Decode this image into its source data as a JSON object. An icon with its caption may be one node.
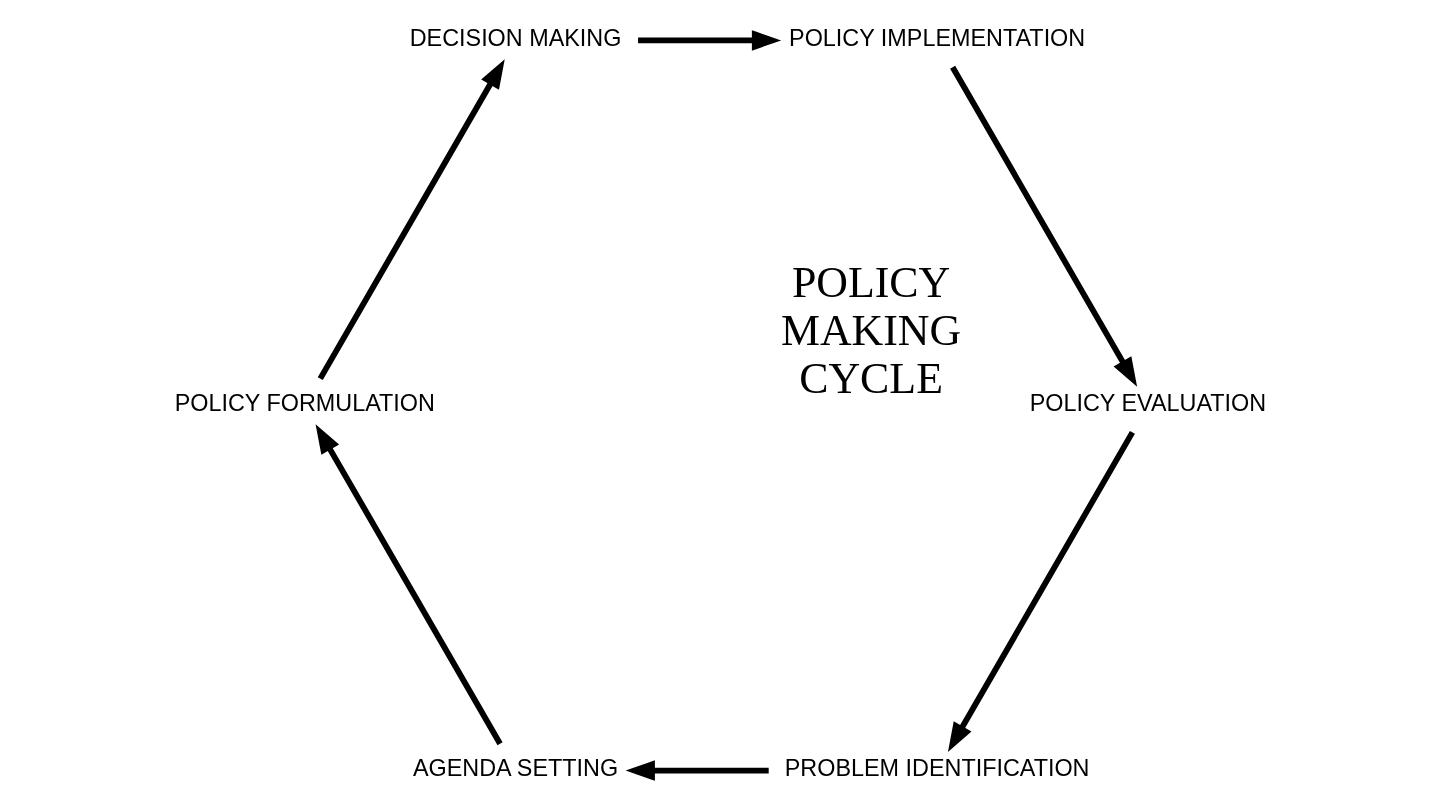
{
  "diagram": {
    "nodes": [
      {
        "text": [
          "PROBLEM IDENTIFICATION"
        ]
      },
      {
        "text": [
          "AGENDA SETTING"
        ]
      },
      {
        "text": [
          "POLICY FORMULATION"
        ]
      },
      {
        "text": [
          "DECISION MAKING"
        ]
      },
      {
        "text": [
          "POLICY IMPLEMENTATION"
        ]
      },
      {
        "text": [
          "POLICY EVALUATION"
        ]
      }
    ],
    "edges": [
      {
        "from": 0,
        "to": 1,
        "arrow": "to"
      },
      {
        "from": 1,
        "to": 2,
        "arrow": "to"
      },
      {
        "from": 2,
        "to": 3,
        "arrow": "to"
      },
      {
        "from": 3,
        "to": 4,
        "arrow": "to"
      },
      {
        "from": 4,
        "to": 5,
        "arrow": "to"
      },
      {
        "from": 5,
        "to": 0,
        "arrow": "to"
      }
    ],
    "labels": [
      "POLICY MAKING CYCLE"
    ]
  }
}
